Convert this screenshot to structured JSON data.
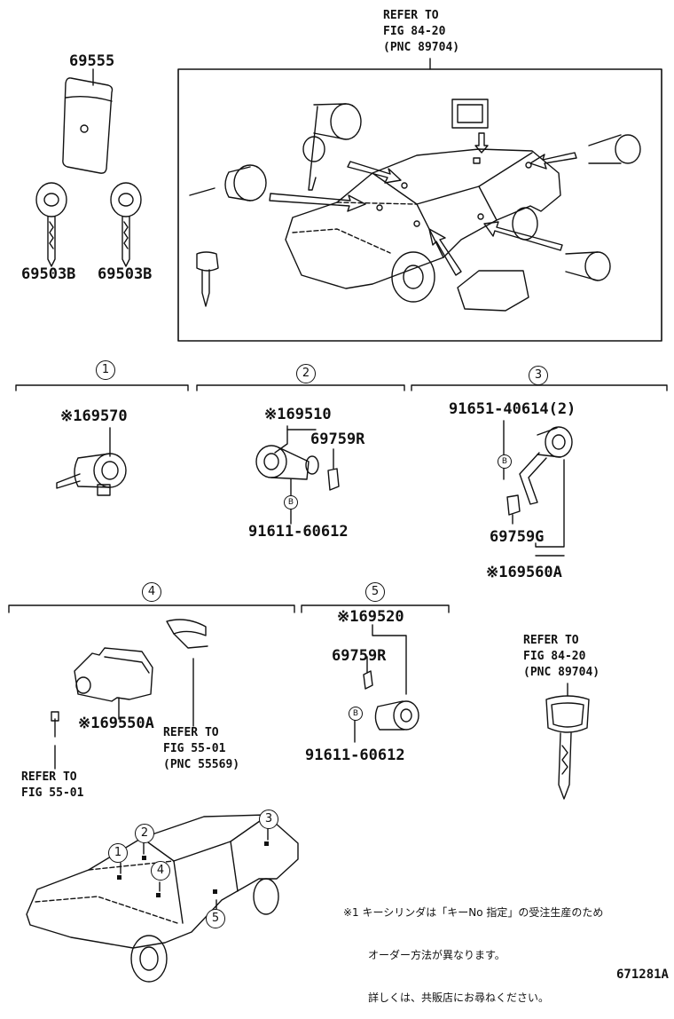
{
  "top_ref": {
    "l1": "REFER TO",
    "l2": "FIG 84-20",
    "l3": "(PNC 89704)"
  },
  "parts": {
    "keycase": "69555",
    "key_left": "69503B",
    "key_right": "69503B",
    "s1_cyl": "※169570",
    "s2_cyl": "※169510",
    "s2_clip": "69759R",
    "s2_screw": "91611-60612",
    "s3_bolt": "91651-40614(2)",
    "s3_clip": "69759G",
    "s3_cyl": "※169560A",
    "s4_cyl": "※169550A",
    "s5_cyl": "※169520",
    "s5_clip": "69759R",
    "s5_screw": "91611-60612"
  },
  "sections": [
    "1",
    "2",
    "3",
    "4",
    "5"
  ],
  "car_markers": [
    "1",
    "2",
    "3",
    "4",
    "5"
  ],
  "refs": {
    "s4_cover": {
      "l1": "REFER TO",
      "l2": "FIG 55-01",
      "l3": "(PNC 55569)"
    },
    "s4_screw": {
      "l1": "REFER TO",
      "l2": "FIG 55-01"
    },
    "key": {
      "l1": "REFER TO",
      "l2": "FIG 84-20",
      "l3": "(PNC 89704)"
    }
  },
  "bolt_marker": "B",
  "note": {
    "l1": "※1 キーシリンダは「キーNo 指定」の受注生産のため",
    "l2": "オーダー方法が異なります。",
    "l3": "詳しくは、共販店にお尋ねください。"
  },
  "fig_code": "671281A"
}
